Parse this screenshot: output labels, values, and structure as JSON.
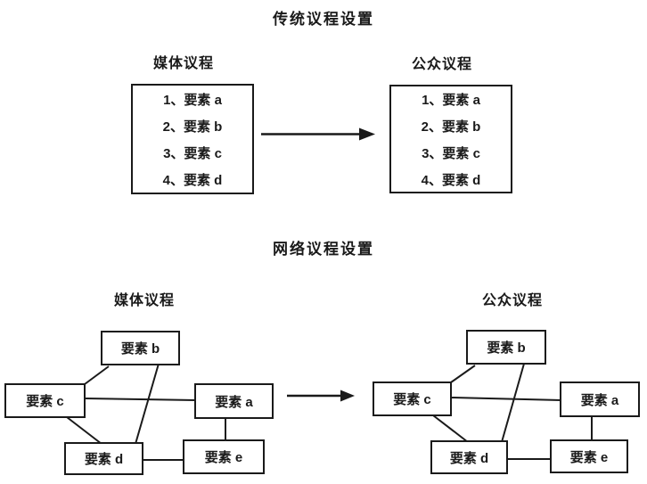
{
  "colors": {
    "ink": "#1a1a1a",
    "background": "#ffffff"
  },
  "traditional": {
    "title": "传统议程设置",
    "media_agenda": {
      "label": "媒体议程",
      "items": [
        "1、要素 a",
        "2、要素 b",
        "3、要素 c",
        "4、要素 d"
      ]
    },
    "public_agenda": {
      "label": "公众议程",
      "items": [
        "1、要素 a",
        "2、要素 b",
        "3、要素 c",
        "4、要素 d"
      ]
    }
  },
  "network": {
    "title": "网络议程设置",
    "media_agenda": {
      "label": "媒体议程",
      "nodes": {
        "a": "要素 a",
        "b": "要素 b",
        "c": "要素 c",
        "d": "要素 d",
        "e": "要素 e"
      },
      "edges": [
        "c-b",
        "c-a",
        "b-d",
        "c-d",
        "d-e",
        "a-e"
      ]
    },
    "public_agenda": {
      "label": "公众议程",
      "nodes": {
        "a": "要素 a",
        "b": "要素 b",
        "c": "要素 c",
        "d": "要素 d",
        "e": "要素 e"
      },
      "edges": [
        "c-b",
        "c-a",
        "b-d",
        "c-d",
        "d-e",
        "a-e"
      ]
    }
  }
}
